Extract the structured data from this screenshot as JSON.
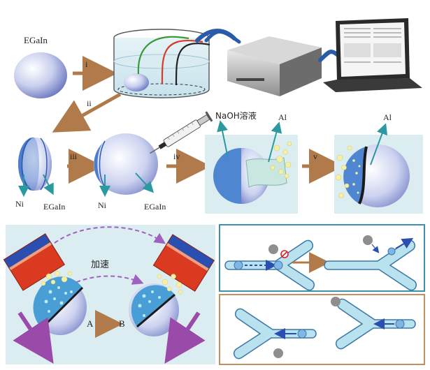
{
  "top_panel": {
    "labels": {
      "droplet": "EGaIn",
      "step_i": "i",
      "step_ii": "ii",
      "step_iii": "iii",
      "step_iv": "iv",
      "step_v": "v",
      "naoh": "NaOH溶液",
      "al_iv": "Al",
      "al_v": "Al",
      "ni_a": "Ni",
      "egain_a": "EGaIn",
      "ni_b": "Ni",
      "egain_b": "EGaIn"
    }
  },
  "bottom_left": {
    "accel_label": "加速",
    "from_label": "A",
    "to_label": "B"
  },
  "colors": {
    "droplet_light": "#f2f4fb",
    "droplet_dark": "#7b86c7",
    "panel_bg": "#dcedf1",
    "arrow_brown": "#b07a4a",
    "teal_arrow": "#2a9aa0",
    "magnet_red": "#e03a20",
    "magnet_blue": "#2a4fb0",
    "channel_fill": "#b9e2ee",
    "channel_stroke": "#3a78a8",
    "bubble": "#f4f0a8",
    "panel_border_blue": "#3f8fb0",
    "panel_border_brown": "#c09060"
  }
}
